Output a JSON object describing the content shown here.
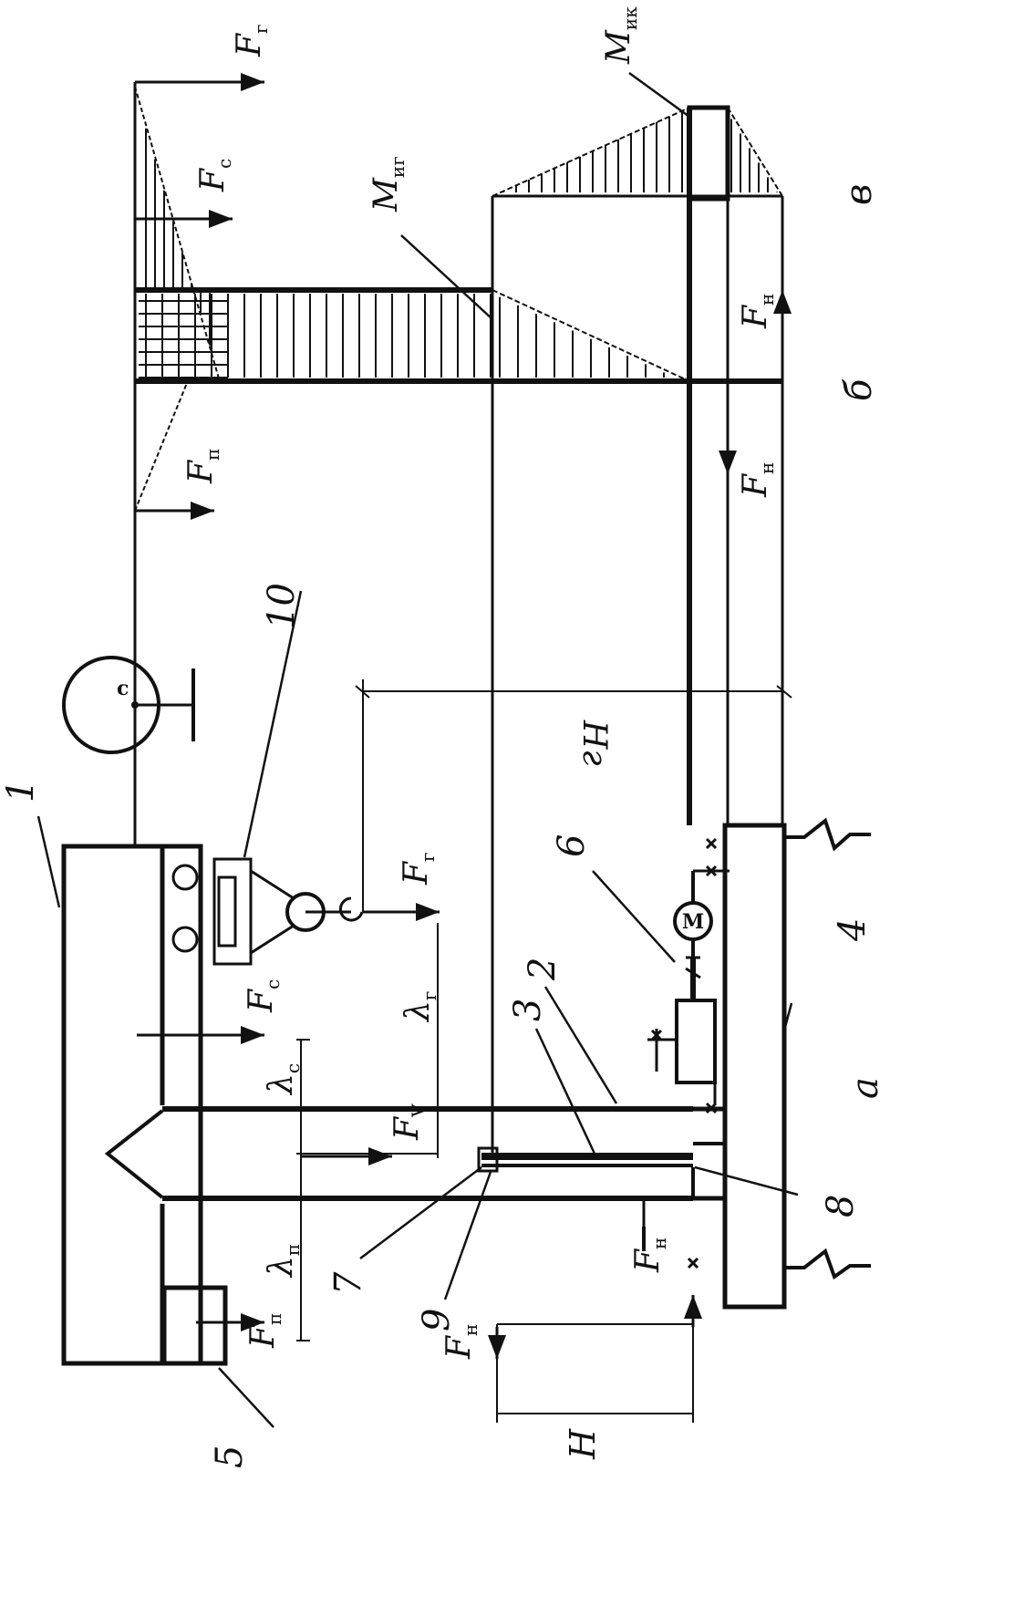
{
  "labels": {
    "num_1": "1",
    "num_2": "2",
    "num_3": "3",
    "num_4": "4",
    "num_5": "5",
    "num_6": "6",
    "num_7": "7",
    "num_8": "8",
    "num_9": "9",
    "num_10": "10",
    "panel_a": "а",
    "panel_b": "б",
    "panel_v": "в",
    "counterweight_c": "с",
    "motor_m": "M",
    "H": "H",
    "Hr": "Hг"
  },
  "forces": {
    "F_g": {
      "main": "F",
      "sub": "г"
    },
    "F_s": {
      "main": "F",
      "sub": "с"
    },
    "F_p": {
      "main": "F",
      "sub": "п"
    },
    "F_n": {
      "main": "F",
      "sub": "н"
    },
    "F_v": {
      "main": "F",
      "sub": "V"
    },
    "M_ig": {
      "main": "M",
      "sub": "иг"
    },
    "M_ik": {
      "main": "M",
      "sub": "ик"
    },
    "lambda_g": {
      "main": "λ",
      "sub": "г"
    },
    "lambda_s": {
      "main": "λ",
      "sub": "с"
    },
    "lambda_p": {
      "main": "λ",
      "sub": "п"
    }
  }
}
